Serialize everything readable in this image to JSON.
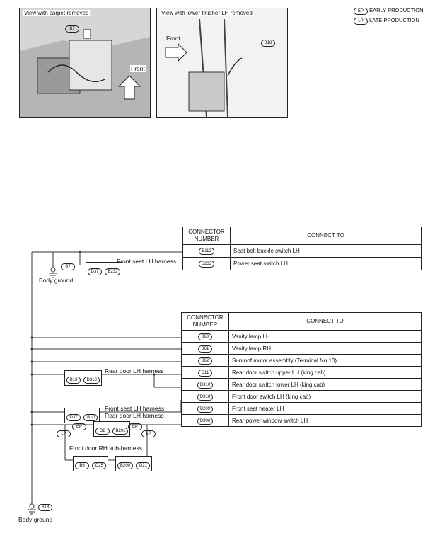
{
  "legend": {
    "early_tag": "EP",
    "early_label": "EARLY PRODUCTION",
    "late_tag": "LP",
    "late_label": "LATE PRODUCTION"
  },
  "photos": {
    "left": {
      "caption": "View with carpet removed",
      "connector": "B7",
      "arrow": "Front"
    },
    "right": {
      "caption": "View with lower finisher LH removed",
      "connector": "B18",
      "arrow": "Front"
    }
  },
  "top": {
    "ground_connector": "B7",
    "ground_label": "Body ground",
    "harness_connectors": [
      "D37",
      "B232"
    ],
    "harness_label": "Front seat LH harness",
    "table": {
      "header_connector": "CONNECTOR NUMBER",
      "header_connect": "CONNECT TO",
      "rows": [
        {
          "num": "B112",
          "to": "Seat belt buckle switch LH"
        },
        {
          "num": "B233",
          "to": "Power seat switch LH"
        }
      ]
    }
  },
  "bottom": {
    "ground_connector": "B18",
    "ground_label": "Body ground",
    "rear_door_label": "Rear door LH harness",
    "rear_door_connectors": [
      "B13",
      "D316"
    ],
    "front_seat_label_1": "Front seat LH harness",
    "front_seat_label_2": "Rear door LH harness",
    "front_seat_connectors": [
      "D37",
      "B10"
    ],
    "lp_tag": "LP",
    "ep_tag": "EP",
    "mid_connectors_left": [
      "D8"
    ],
    "mid_connectors_right": [
      "B201"
    ],
    "sub_harness_label": "Front door RH sub-harness",
    "sub_connectors_left": [
      "B6",
      "D25"
    ],
    "sub_connectors_right": [
      "B200",
      "D21"
    ],
    "table": {
      "header_connector": "CONNECTOR NUMBER",
      "header_connect": "CONNECT TO",
      "rows": [
        {
          "num": "B60",
          "to": "Vanity lamp LH"
        },
        {
          "num": "B61",
          "to": "Vanity lamp RH"
        },
        {
          "num": "B62",
          "to": "Sunroof motor assembly (Terminal No.10)"
        },
        {
          "num": "D11",
          "to": "Rear door switch upper LH (king cab)"
        },
        {
          "num": "D310",
          "to": "Rear door switch lower LH (king cab)"
        },
        {
          "num": "D318",
          "to": "Front door switch LH (king cab)"
        },
        {
          "num": "B209",
          "to": "Front seat heater LH"
        },
        {
          "num": "D306",
          "to": "Rear power window switch LH"
        }
      ]
    }
  }
}
